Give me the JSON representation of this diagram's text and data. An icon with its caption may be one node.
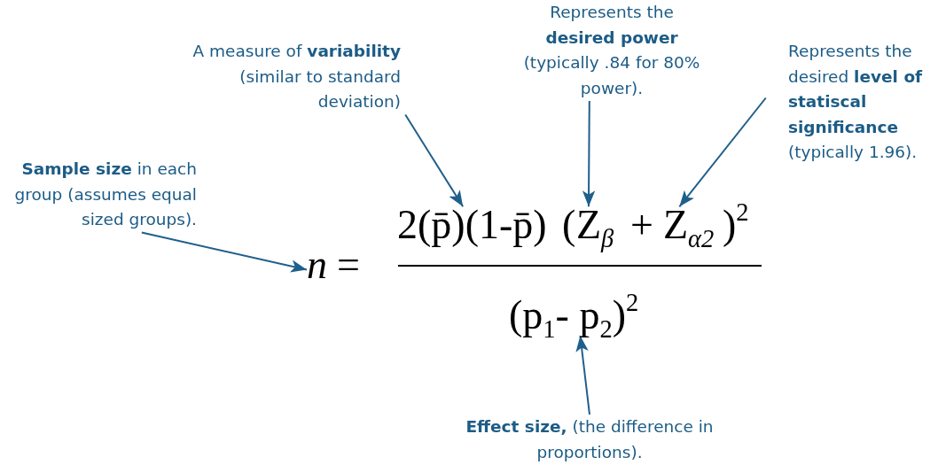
{
  "diagram": {
    "nodes": [
      {
        "text": [
          "A measure of **variability** (similar to standard deviation)"
        ]
      },
      {
        "text": [
          "Represents the **desired power** (typically .84 for 80% power)."
        ]
      },
      {
        "text": [
          "Represents the desired **level of statiscal significance** (typically 1.96)."
        ]
      },
      {
        "text": [
          "**Sample size** in each group (assumes equal sized groups)."
        ]
      },
      {
        "text": [
          "**Effect size,** (the difference in proportions)."
        ]
      },
      {
        "text": [
          "n"
        ]
      },
      {
        "text": [
          "2(p̄)(1-p̄)"
        ]
      },
      {
        "text": [
          "Z$_{β}$"
        ]
      },
      {
        "text": [
          "Z$_{α2}$"
        ]
      },
      {
        "text": [
          "(p$_{1}$- p$_{2}$)$^{2}$"
        ]
      }
    ],
    "edges": [
      {
        "from": 3,
        "to": 5,
        "arrow": "to"
      },
      {
        "from": 0,
        "to": 6,
        "arrow": "to"
      },
      {
        "from": 1,
        "to": 7,
        "arrow": "to"
      },
      {
        "from": 2,
        "to": 8,
        "arrow": "to"
      },
      {
        "from": 4,
        "to": 9,
        "arrow": "to"
      }
    ],
    "labels": [
      "=",
      "(",
      "+",
      ")$^{2}$"
    ]
  }
}
